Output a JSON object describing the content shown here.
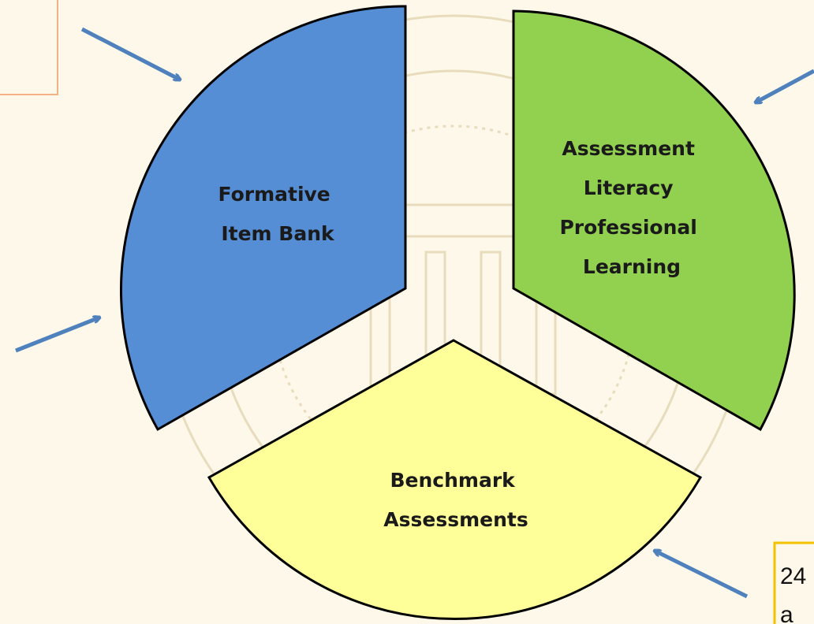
{
  "segments": [
    {
      "id": "formative",
      "lines": [
        "Formative",
        "Item Bank"
      ],
      "fill": "#558ed5"
    },
    {
      "id": "literacy",
      "lines": [
        "Assessment",
        "Literacy",
        "Professional",
        "Learning"
      ],
      "fill": "#92d050"
    },
    {
      "id": "benchmark",
      "lines": [
        "Benchmark",
        "Assessments"
      ],
      "fill": "#ffff99"
    }
  ],
  "callouts": [
    {
      "id": "top-left-box",
      "text": "",
      "border": "#f4b183"
    },
    {
      "id": "bottom-right-box",
      "lines": [
        "24",
        "a"
      ],
      "border": "#f2c200"
    }
  ],
  "colors": {
    "arrow": "#4f81bd",
    "outline": "#000000",
    "background": "#fdf8ea",
    "seal": "#e6d9b8"
  }
}
